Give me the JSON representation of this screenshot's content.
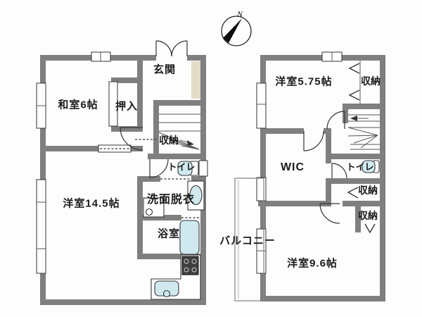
{
  "compass": {
    "north_label": "N"
  },
  "colors": {
    "wall": "#7f7f7f",
    "fixture_blue": "#cfe9ef",
    "entry_step_beige": "#e2dbc7",
    "background": "#fdfdfd",
    "line": "#333333"
  },
  "floor1": {
    "genkan": "玄関",
    "washitsu": "和室6帖",
    "oshiire": "押入",
    "stair_storage": "収納",
    "toilet": "トイレ",
    "senmen": "洗面脱衣",
    "bath": "浴室",
    "yoshitsu": "洋室14.5帖"
  },
  "floor2": {
    "yoshitsu_small": "洋室5.75帖",
    "storage_top": "収納",
    "wic": "WIC",
    "toilet": "トイレ",
    "storage_mid": "収納",
    "storage_bottom": "収納",
    "balcony": "バルコニー",
    "yoshitsu_large": "洋室9.6帖"
  }
}
